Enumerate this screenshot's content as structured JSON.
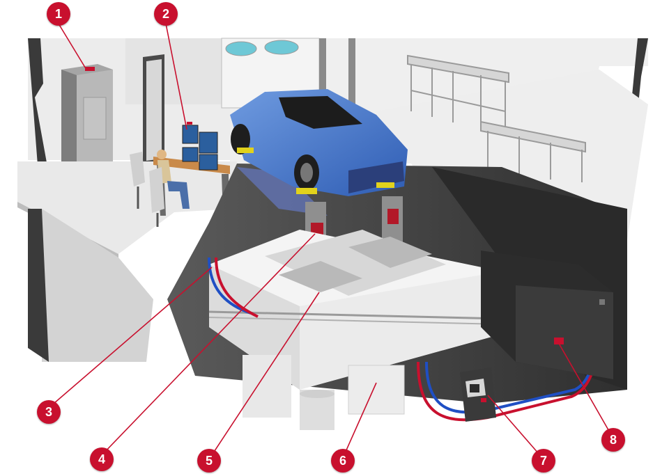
{
  "diagram": {
    "accent_color": "#c8102e",
    "callouts": [
      {
        "id": "1",
        "label": "1",
        "icon": "red-number-marker"
      },
      {
        "id": "2",
        "label": "2",
        "icon": "red-number-marker"
      },
      {
        "id": "3",
        "label": "3",
        "icon": "red-number-marker"
      },
      {
        "id": "4",
        "label": "4",
        "icon": "red-number-marker"
      },
      {
        "id": "5",
        "label": "5",
        "icon": "red-number-marker"
      },
      {
        "id": "6",
        "label": "6",
        "icon": "red-number-marker"
      },
      {
        "id": "7",
        "label": "7",
        "icon": "red-number-marker"
      },
      {
        "id": "8",
        "label": "8",
        "icon": "red-number-marker"
      }
    ]
  }
}
